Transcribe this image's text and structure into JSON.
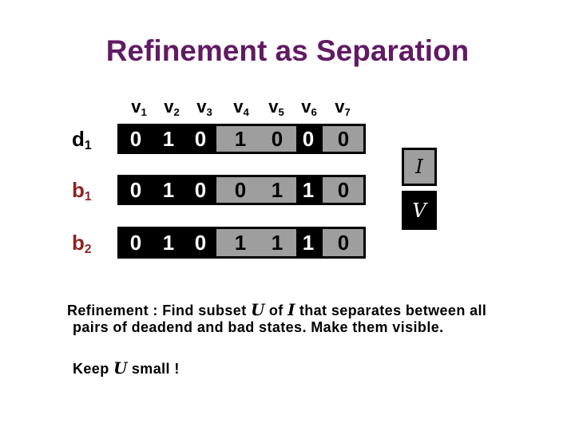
{
  "title": "Refinement as Separation",
  "table": {
    "headers": [
      {
        "base": "v",
        "sub": "1"
      },
      {
        "base": "v",
        "sub": "2"
      },
      {
        "base": "v",
        "sub": "3"
      },
      {
        "base": "v",
        "sub": "4"
      },
      {
        "base": "v",
        "sub": "5"
      },
      {
        "base": "v",
        "sub": "6"
      },
      {
        "base": "v",
        "sub": "7"
      }
    ],
    "rows": [
      {
        "label": {
          "base": "d",
          "sub": "1"
        },
        "values": [
          "0",
          "1",
          "0",
          "1",
          "0",
          "0",
          "0"
        ]
      },
      {
        "label": {
          "base": "b",
          "sub": "1"
        },
        "values": [
          "0",
          "1",
          "0",
          "0",
          "1",
          "1",
          "0"
        ]
      },
      {
        "label": {
          "base": "b",
          "sub": "2"
        },
        "values": [
          "0",
          "1",
          "0",
          "1",
          "1",
          "1",
          "0"
        ]
      }
    ]
  },
  "legend": {
    "invisible_label": "I",
    "visible_label": "V"
  },
  "text": {
    "line1_prefix": "Refinement : Find subset ",
    "line1_u": "U",
    "line1_mid": " of ",
    "line1_i": "I",
    "line1_suffix": " that separates between all",
    "line2": "pairs of deadend and bad states. Make them visible.",
    "line3_prefix": "Keep ",
    "line3_u": "U",
    "line3_suffix": " small !"
  },
  "colors": {
    "title_purple": "#611a63",
    "bad_label_red": "#8e2323",
    "invisible_gray": "#9e9e9e",
    "visible_black": "#000000"
  }
}
